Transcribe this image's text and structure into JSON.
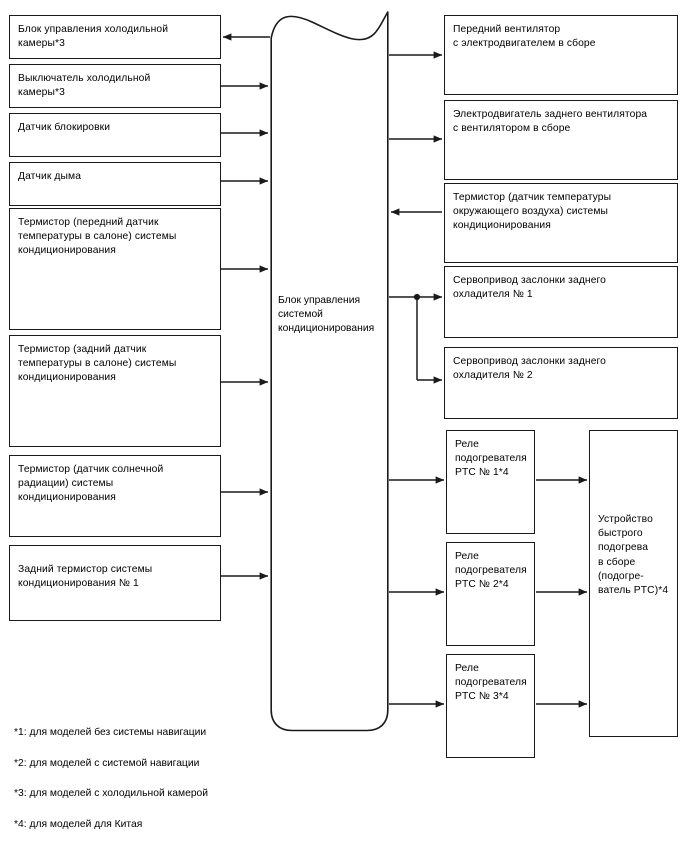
{
  "diagram": {
    "center_block": {
      "label": "Блок управления\nсистемой\nкондиционирования"
    },
    "left_nodes": [
      {
        "label": "Блок управления холодильной\nкамеры*3"
      },
      {
        "label": "Выключатель холодильной\nкамеры*3"
      },
      {
        "label": "Датчик блокировки"
      },
      {
        "label": "Датчик дыма"
      },
      {
        "label": "Термистор (передний датчик\nтемпературы в салоне) системы\nкондиционирования"
      },
      {
        "label": "Термистор (задний датчик\nтемпературы в салоне) системы\nкондиционирования"
      },
      {
        "label": "Термистор (датчик солнечной\nрадиации) системы\nкондиционирования"
      },
      {
        "label": "Задний термистор системы\nкондиционирования № 1"
      }
    ],
    "right_nodes": [
      {
        "label": "Передний вентилятор\nс электродвигателем в сборе"
      },
      {
        "label": "Электродвигатель заднего вентилятора\nс вентилятором в сборе"
      },
      {
        "label": "Термистор (датчик температуры\nокружающего воздуха) системы\nкондиционирования"
      },
      {
        "label": "Сервопривод заслонки заднего\nохладителя № 1"
      },
      {
        "label": "Сервопривод заслонки заднего\nохладителя № 2"
      }
    ],
    "relay_nodes": [
      {
        "label": "Реле\nподогревателя\nPTC № 1*4"
      },
      {
        "label": "Реле\nподогревателя\nPTC № 2*4"
      },
      {
        "label": "Реле\nподогревателя\nPTC № 3*4"
      }
    ],
    "heater_node": {
      "label": "Устройство\nбыстрого\nподогрева\nв сборе\n(подогре-\nватель PTC)*4"
    },
    "footnotes": [
      "*1: для моделей без системы навигации",
      "*2: для моделей с системой навигации",
      "*3: для моделей с холодильной камерой",
      "*4: для моделей для Китая"
    ],
    "colors": {
      "line": "#1a1a1a",
      "background": "#ffffff",
      "text": "#000000"
    }
  }
}
